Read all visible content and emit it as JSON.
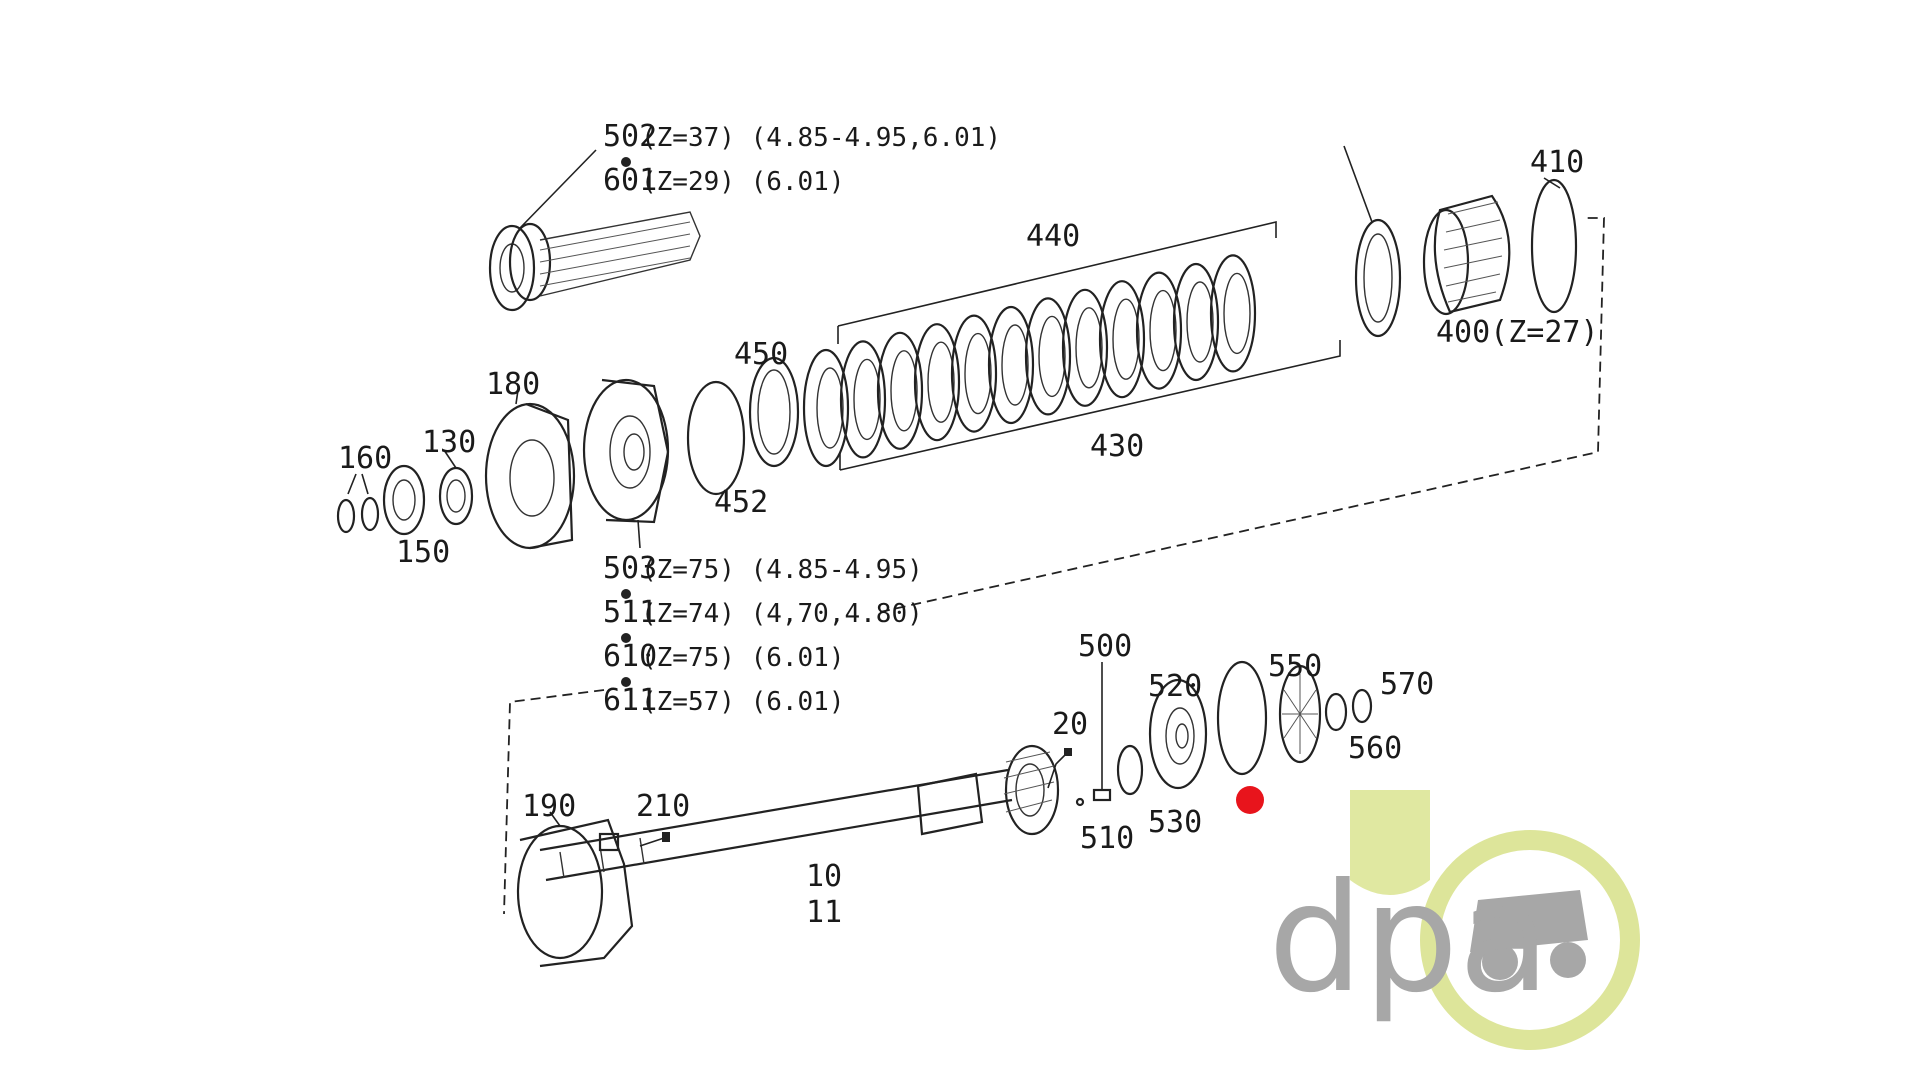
{
  "diagram": {
    "callouts": {
      "c502": "502",
      "c601": "601",
      "c503": "503",
      "c511": "511",
      "c610": "610",
      "c611": "611",
      "c410": "410",
      "c400": "400(Z=27)",
      "c440": "440",
      "c430": "430",
      "c450": "450",
      "c452": "452",
      "c180": "180",
      "c160": "160",
      "c130": "130",
      "c150": "150",
      "c190": "190",
      "c210": "210",
      "c10": "10",
      "c11": "11",
      "c20": "20",
      "c500": "500",
      "c510": "510",
      "c520": "520",
      "c530": "530",
      "c550": "550",
      "c560": "560",
      "c570": "570"
    },
    "specs": {
      "s502": "(Z=37) (4.85-4.95,6.01)",
      "s601": "(Z=29) (6.01)",
      "s503": "(Z=75) (4.85-4.95)",
      "s511": "(Z=74) (4,70,4.80)",
      "s610": "(Z=75) (6.01)",
      "s611": "(Z=57) (6.01)"
    },
    "highlight_color": "#e8141c"
  },
  "watermark": {
    "text": "dpa",
    "text_color": "#a7a7a7",
    "ring_color": "#dde59a",
    "wheat_color": "#c9d86a"
  }
}
